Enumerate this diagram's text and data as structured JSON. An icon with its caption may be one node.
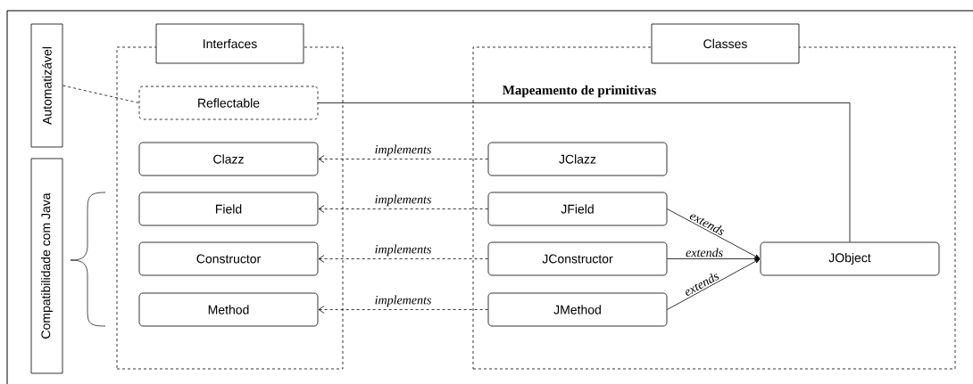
{
  "diagram": {
    "nodes": [
      {
        "text": [
          "Interfaces"
        ]
      },
      {
        "text": [
          "Reflectable"
        ],
        "in": 0
      },
      {
        "text": [
          "Clazz"
        ],
        "in": 0
      },
      {
        "text": [
          "Field"
        ],
        "in": 0
      },
      {
        "text": [
          "Constructor"
        ],
        "in": 0
      },
      {
        "text": [
          "Method"
        ],
        "in": 0
      },
      {
        "text": [
          "Classes"
        ]
      },
      {
        "text": [
          "JClazz"
        ],
        "in": 6
      },
      {
        "text": [
          "JField"
        ],
        "in": 6
      },
      {
        "text": [
          "JConstructor"
        ],
        "in": 6
      },
      {
        "text": [
          "JMethod"
        ],
        "in": 6
      },
      {
        "text": [
          "JObject"
        ],
        "in": 6
      },
      {
        "text": [
          "Automatizável"
        ]
      },
      {
        "text": [
          "Compatibilidade com Java"
        ]
      }
    ],
    "edges": [
      {
        "from": 7,
        "to": 2,
        "arrow": "to",
        "style": "dashed",
        "label": "implements"
      },
      {
        "from": 8,
        "to": 3,
        "arrow": "to",
        "style": "dashed",
        "label": "implements"
      },
      {
        "from": 9,
        "to": 4,
        "arrow": "to",
        "style": "dashed",
        "label": "implements"
      },
      {
        "from": 10,
        "to": 5,
        "arrow": "to",
        "style": "dashed",
        "label": "implements"
      },
      {
        "from": 8,
        "to": 11,
        "arrow": "to",
        "label": "extends"
      },
      {
        "from": 9,
        "to": 11,
        "arrow": "to",
        "label": "extends"
      },
      {
        "from": 10,
        "to": 11,
        "arrow": "to",
        "label": "extends"
      },
      {
        "from": 12,
        "to": 1,
        "arrow": "none",
        "style": "dashed"
      },
      {
        "from": 1,
        "to": 11,
        "arrow": "none",
        "label": "Mapeamento de primitivas"
      }
    ]
  }
}
